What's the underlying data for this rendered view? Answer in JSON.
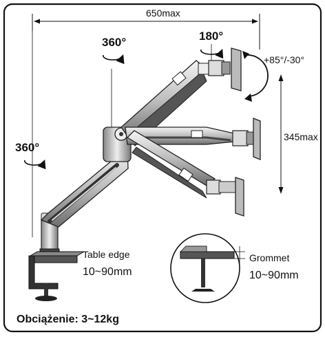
{
  "dimensions": {
    "reach": "650max",
    "height_adjust": "345max",
    "tilt": "+85°/-30°",
    "rotation": "180°",
    "swivel_upper": "360°",
    "swivel_base": "360°"
  },
  "mounts": {
    "table_edge": {
      "label": "Table edge",
      "range": "10~90mm"
    },
    "grommet": {
      "label": "Grommet",
      "range": "10~90mm"
    }
  },
  "load_text": "Obciążenie: 3~12kg"
}
